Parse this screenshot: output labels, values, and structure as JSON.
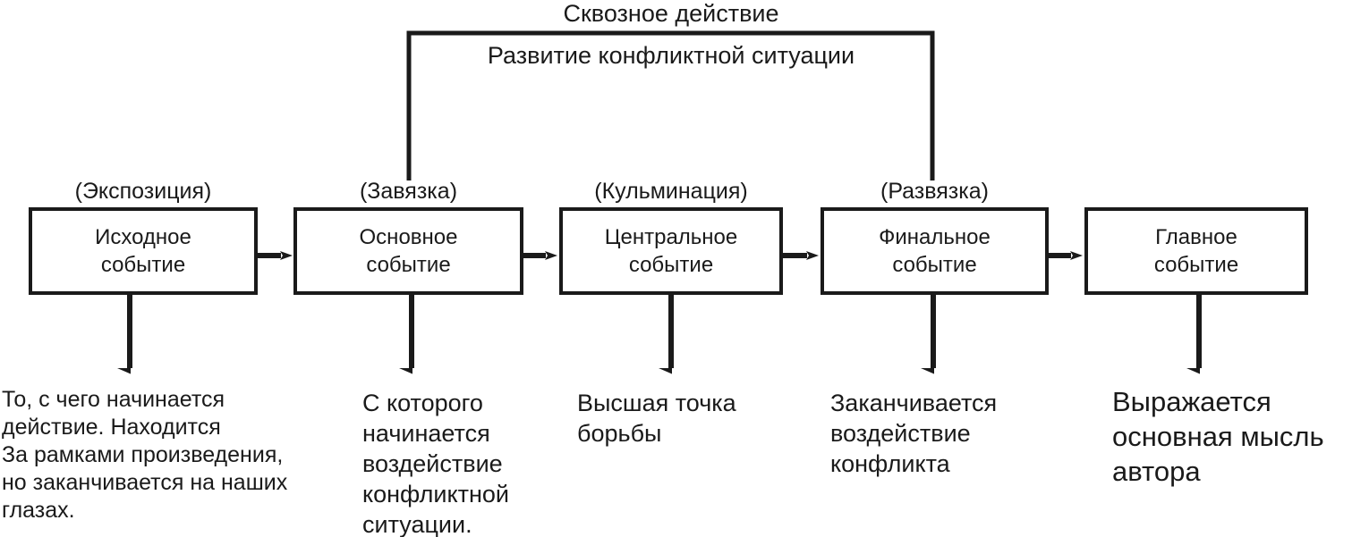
{
  "diagram": {
    "bracket": {
      "title": "Сквозное действие",
      "subtitle": "Развитие конфликтной ситуации"
    },
    "stages": [
      {
        "label": "(Экспозиция)",
        "box_text": "Исходное\nсобытие",
        "description": "То, с чего начинается\nдействие. Находится\nЗа рамками произведения,\nно заканчивается на наших\nглазах."
      },
      {
        "label": "(Завязка)",
        "box_text": "Основное\nсобытие",
        "description": "С которого\nначинается\nвоздействие\nконфликтной\nситуации."
      },
      {
        "label": "(Кульминация)",
        "box_text": "Центральное\nсобытие",
        "description": "Высшая точка\nборьбы"
      },
      {
        "label": "(Развязка)",
        "box_text": "Финальное\nсобытие",
        "description": "Заканчивается\nвоздействие\nконфликта"
      },
      {
        "label": "",
        "box_text": "Главное\nсобытие",
        "description": "Выражается\nосновная мысль\nавтора"
      }
    ],
    "colors": {
      "ink": "#1a1a1a",
      "background": "#ffffff"
    }
  }
}
